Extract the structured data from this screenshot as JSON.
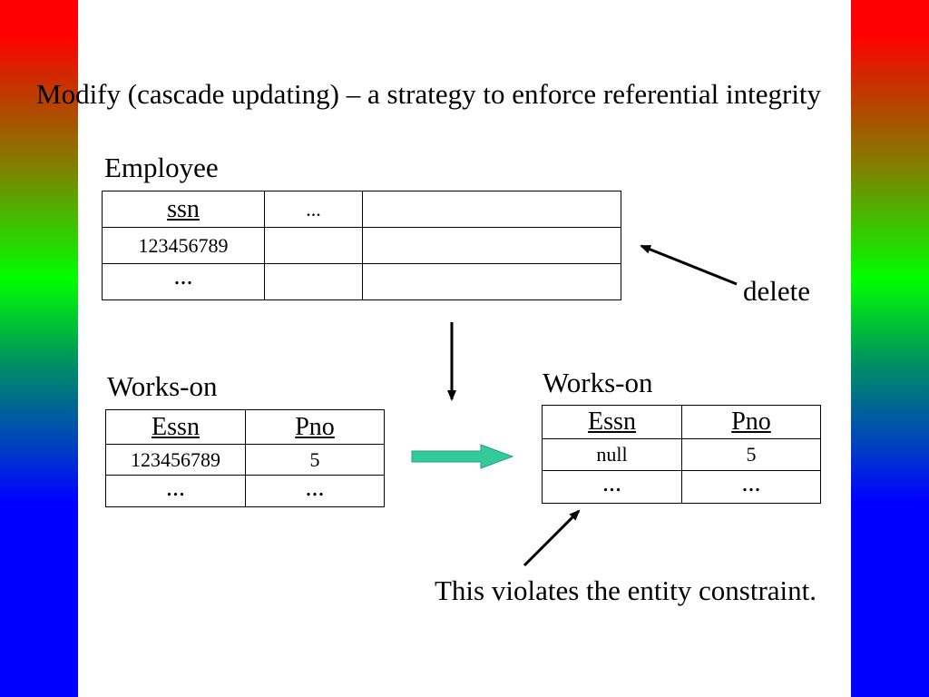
{
  "slide": {
    "title": "Modify (cascade updating) – a strategy to enforce referential integrity",
    "annotation_delete": "delete",
    "note": "This violates the entity constraint."
  },
  "employee": {
    "label": "Employee",
    "header": [
      "ssn",
      "...",
      ""
    ],
    "rows": [
      [
        "123456789",
        "",
        ""
      ],
      [
        "...",
        "",
        ""
      ]
    ]
  },
  "works_on_before": {
    "label": "Works-on",
    "header": [
      "Essn",
      "Pno"
    ],
    "rows": [
      [
        "123456789",
        "5"
      ],
      [
        "...",
        "..."
      ]
    ]
  },
  "works_on_after": {
    "label": "Works-on",
    "header": [
      "Essn",
      "Pno"
    ],
    "rows": [
      [
        "null",
        "5"
      ],
      [
        "...",
        "..."
      ]
    ]
  },
  "colors": {
    "transition_arrow": "#33cc99",
    "side_bar_top": "#ff0000",
    "side_bar_middle": "#00ff00",
    "side_bar_bottom": "#0000ff"
  }
}
